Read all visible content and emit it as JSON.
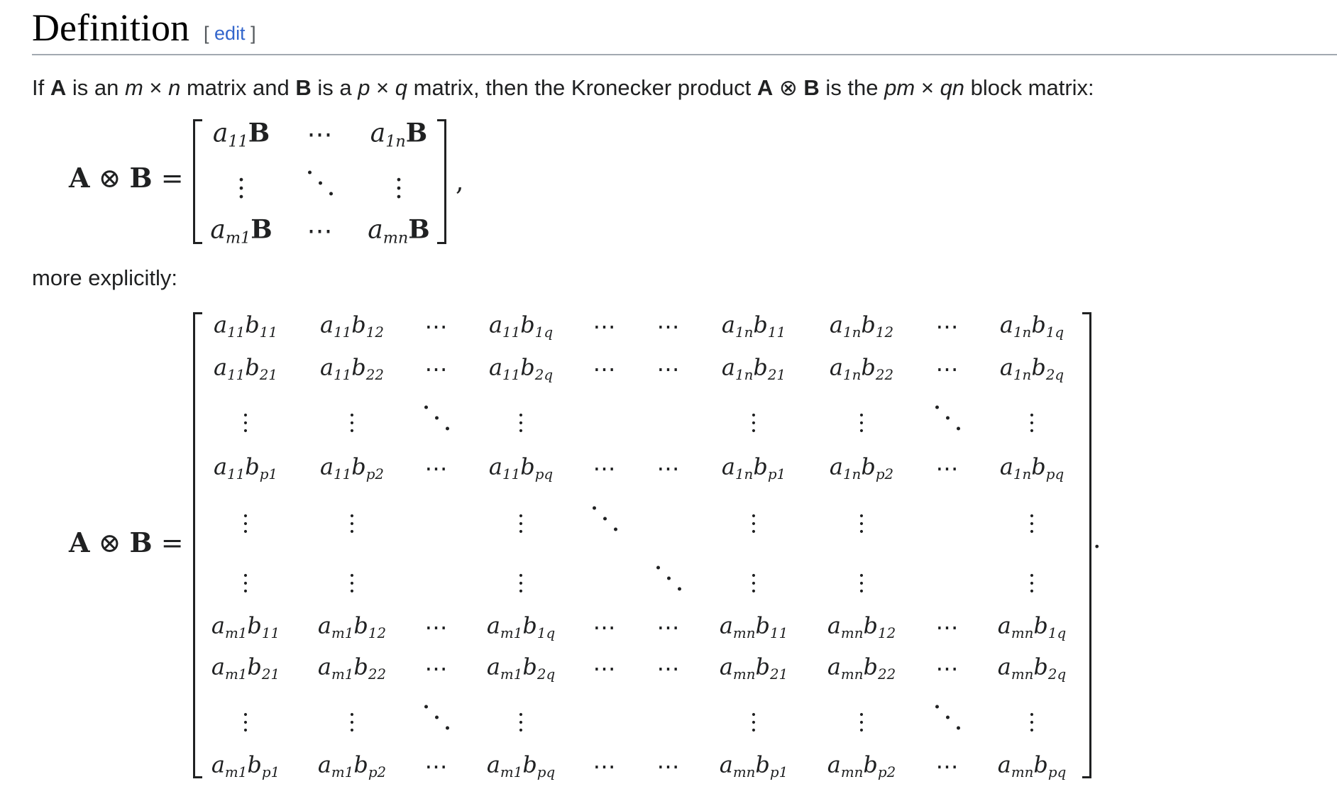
{
  "section": {
    "title": "Definition",
    "edit_open": "[",
    "edit_label": "edit",
    "edit_close": "]"
  },
  "intro": {
    "t1": "If ",
    "A": "A",
    "t2": " is an ",
    "m": "m",
    "t3": " × ",
    "n": "n",
    "t4": " matrix and ",
    "B": "B",
    "t5": " is a ",
    "p": "p",
    "t6": " × ",
    "q": "q",
    "t7": " matrix, then the Kronecker product ",
    "A2": "A",
    "otimes": " ⊗ ",
    "B2": "B",
    "t8": " is the ",
    "pm": "pm",
    "t9": " × ",
    "qn": "qn",
    "t10": " block matrix:"
  },
  "explicit_text": "more explicitly:",
  "equation_lhs": {
    "A": "A",
    "op": " ⊗ ",
    "B": "B",
    "eq": " ="
  },
  "eq1_punct": ",",
  "eq2_punct": "."
}
